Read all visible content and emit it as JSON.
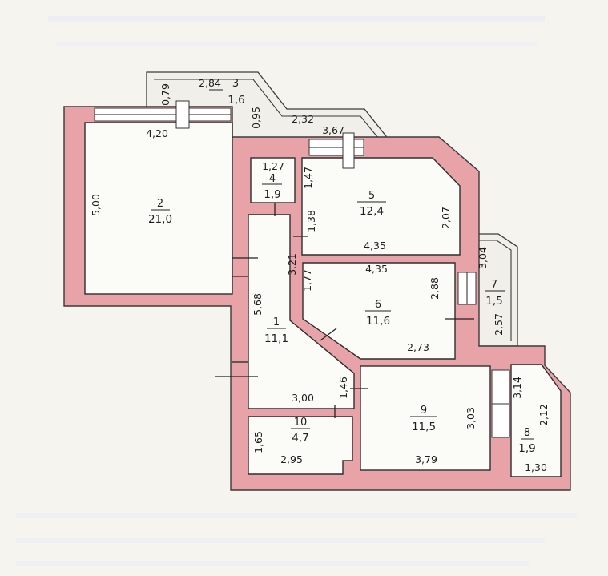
{
  "rooms": [
    {
      "number": "1",
      "area": "11,1"
    },
    {
      "number": "2",
      "area": "21,0"
    },
    {
      "number": "3",
      "area": "1,6"
    },
    {
      "number": "4",
      "area": "1,9"
    },
    {
      "number": "5",
      "area": "12,4"
    },
    {
      "number": "6",
      "area": "11,6"
    },
    {
      "number": "7",
      "area": "1,5"
    },
    {
      "number": "8",
      "area": "1,9"
    },
    {
      "number": "9",
      "area": "11,5"
    },
    {
      "number": "10",
      "area": "4,7"
    }
  ],
  "dimensions": {
    "d_079": "0,79",
    "d_284": "2,84",
    "d_095": "0,95",
    "d_232": "2,32",
    "d_367": "3,67",
    "d_420": "4,20",
    "d_500": "5,00",
    "d_127": "1,27",
    "d_147": "1,47",
    "d_138": "1,38",
    "d_207": "2,07",
    "d_435a": "4,35",
    "d_321": "3,21",
    "d_568": "5,68",
    "d_177": "1,77",
    "d_435b": "4,35",
    "d_288": "2,88",
    "d_273": "2,73",
    "d_304": "3,04",
    "d_257": "2,57",
    "d_146": "1,46",
    "d_300": "3,00",
    "d_314": "3,14",
    "d_212": "2,12",
    "d_130": "1,30",
    "d_303": "3,03",
    "d_379": "3,79",
    "d_165": "1,65",
    "d_295": "2,95"
  },
  "colors": {
    "wall": "#e8a3a8",
    "room": "#fbfbf8",
    "line": "#2e2e2e"
  }
}
